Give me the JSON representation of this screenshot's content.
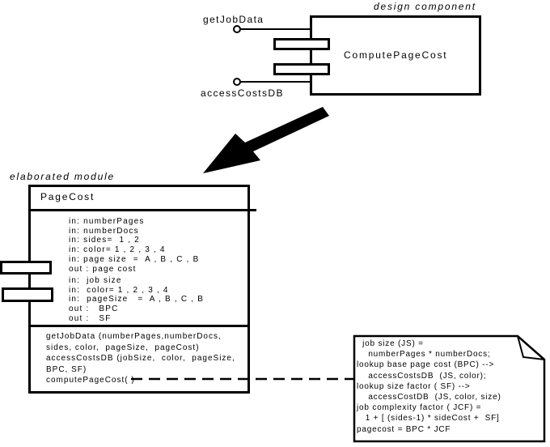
{
  "labels": {
    "design_component": "design component",
    "elaborated_module": "elaborated module"
  },
  "component": {
    "name": "ComputePageCost",
    "interfaces": {
      "top": "getJobData",
      "bottom": "accessCostsDB"
    }
  },
  "module": {
    "name": "PageCost",
    "interface_block_1": [
      "in: numberPages",
      "in: numberDocs",
      "in: sides=  1 , 2",
      "in: color= 1 , 2 , 3 , 4",
      "in: page size  =  A , B , C , B",
      "out : page cost"
    ],
    "interface_block_2": [
      "in:  job size",
      "in:  color= 1 , 2 , 3 , 4",
      "in:  pageSize   =  A , B , C , B",
      "out :   BPC",
      "out :   SF"
    ],
    "operations": [
      "getJobData (numberPages,numberDocs,",
      "sides, color,  pageSize,  pageCost)",
      "accessCostsDB (jobSize,  color,  pageSize,",
      "BPC, SF)",
      "computePageCost( )"
    ]
  },
  "note": {
    "lines": [
      "  job size (JS) =",
      "    numberPages * numberDocs;",
      "lookup base page cost (BPC) -->",
      "    accessCostsDB  (JS, color);",
      "lookup size factor ( SF) -->",
      "    accessCostDB  (JS, color, size)",
      "job complexity factor ( JCF) =",
      "   1 + [ (sides-1) * sideCost +  SF]",
      "pagecost = BPC * JCF"
    ]
  },
  "colors": {
    "ink": "#000000",
    "paper": "#ffffff"
  }
}
